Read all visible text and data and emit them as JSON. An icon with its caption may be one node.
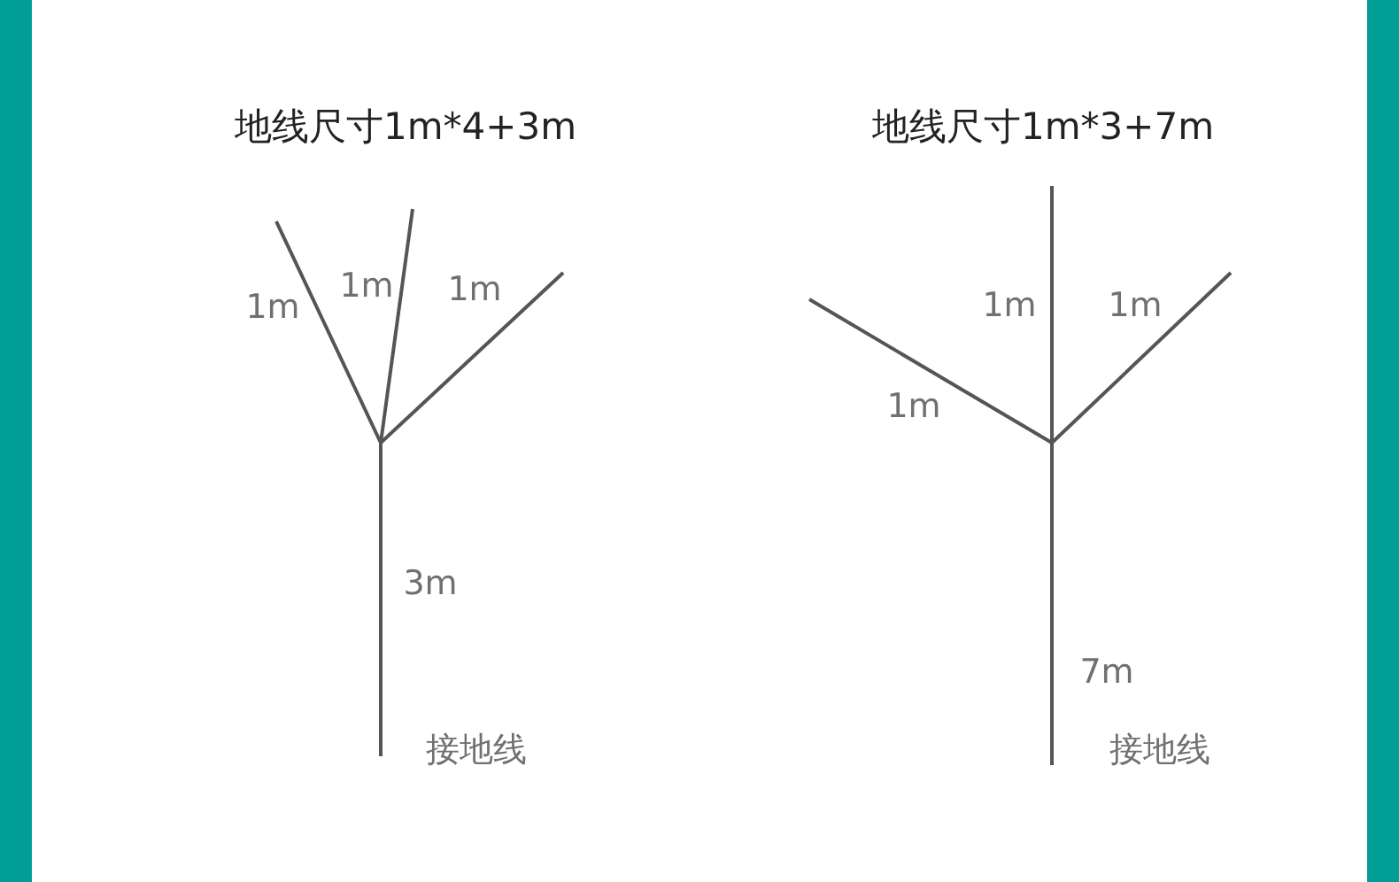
{
  "diagram": {
    "labels": [
      "地线尺寸1m*4+3m",
      "1m",
      "1m",
      "1m",
      "3m",
      "接地线",
      "地线尺寸1m*3+7m",
      "1m",
      "1m",
      "1m",
      "7m",
      "接地线"
    ]
  }
}
